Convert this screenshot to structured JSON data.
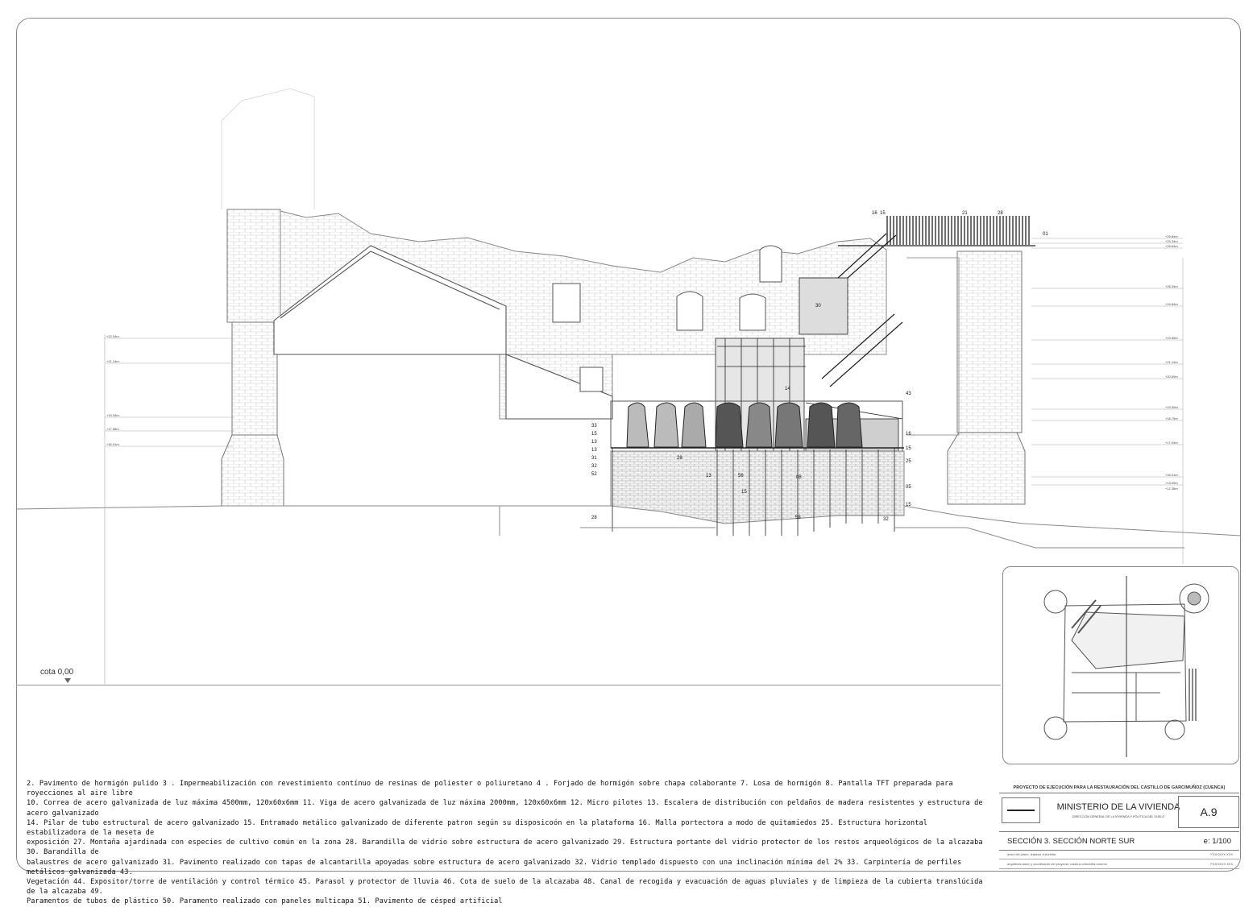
{
  "datum": {
    "label": "cota 0,00"
  },
  "legend": {
    "lines": [
      "2. Pavimento de hormigón pulido    3 . Impermeabilización con revestimiento contínuo de resinas de poliester o poliuretano    4 . Forjado de hormigón sobre chapa colaborante    7. Losa de hormigón    8. Pantalla TFT preparada para royecciones al aire libre",
      "10. Correa de acero galvanizada de luz máxima 4500mm, 120x60x6mm    11. Viga de acero galvanizada de luz máxima 2000mm, 120x60x6mm    12. Micro pilotes    13. Escalera de distribución con peldaños de madera resistentes y estructura de acero galvanizado",
      "14. Pilar de tubo estructural de acero galvanizado    15. Entramado metálico galvanizado de diferente patron según su disposicoón en la plataforma    16. Malla portectora a modo de quitamiedos    25. Estructura horizontal estabilizadora de la meseta de",
      "exposición    27. Montaña ajardinada con especies de cultivo común en la zona    28. Barandilla de vidrio sobre estructura de acero galvanizado    29. Estructura portante del vidrio protector de los restos arqueológicos de la alcazaba    30. Barandilla de",
      "balaustres de acero galvanizado    31. Pavimento realizado con tapas de alcantarilla apoyadas sobre estructura de acero galvanizado    32. Vidrio templado dispuesto con una inclinación mínima del 2%    33. Carpintería de perfiles metálicos galvanizada    43.",
      "Vegetación    44. Expositor/torre de ventilación y control térmico    45. Parasol y protector de lluvia    46. Cota de suelo de la alcazaba    48. Canal de recogida y evacuación de aguas pluviales y de limpieza de la cubierta translúcida de la alcazaba    49.",
      "Paramentos de tubos de plástico    50. Paramento realizado con paneles multicapa    51. Pavimento de césped artificial"
    ]
  },
  "title_block": {
    "project": "PROYECTO DE EJECUCIÓN PARA LA RESTAURACIÓN DEL CASTILLO DE GARCIMUÑOZ (CUENCA)",
    "ministry": "MINISTERIO DE LA VIVIENDA",
    "directorate": "DIRECCIÓN GENERAL DE LA VIVIENDA Y POLÍTICA DEL SUELO",
    "sheet": "A.9",
    "drawing_title": "SECCIÓN 3. SECCIÓN NORTE SUR",
    "scale": "e: 1/100",
    "author_row": "autor del plano: izaskun chinchilla",
    "coordinator_row": "arquitecta autor y coordinador del proyecto: izaskun chinchilla moreno",
    "row_code": "FXXXXXX XXX"
  },
  "section_labels": [
    "16",
    "15",
    "21",
    "28",
    "01",
    "30",
    "14",
    "43",
    "33",
    "15",
    "13",
    "16",
    "13",
    "31",
    "32",
    "52",
    "28",
    "15",
    "25",
    "05",
    "15",
    "08",
    "32",
    "56",
    "13",
    "58",
    "28",
    "15"
  ],
  "level_marks_right": [
    "+29.84m",
    "+29.34m",
    "+28.84m",
    "+28.34m",
    "+24.84m",
    "+23.55m",
    "+21.14m",
    "+20.59m",
    "+19.30m",
    "+18.75m",
    "+17.04m",
    "+16.01m",
    "+13.09m",
    "+12.38m"
  ],
  "level_marks_left": [
    "+22.04m",
    "+21.14m",
    "+19.34m",
    "+17.58m",
    "+16.01m"
  ]
}
